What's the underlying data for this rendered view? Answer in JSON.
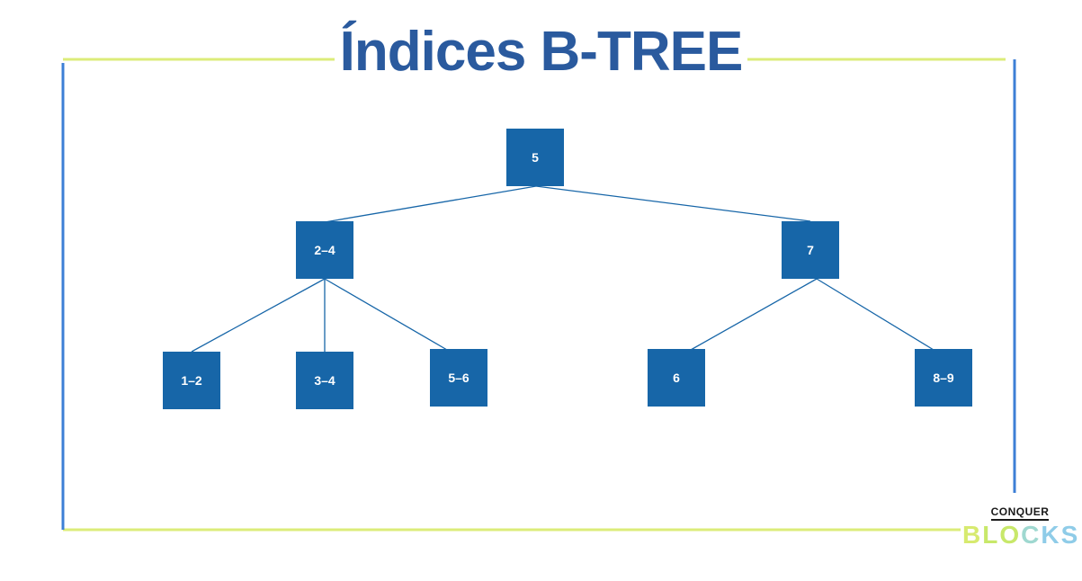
{
  "title": "Índices B-TREE",
  "tree": {
    "root": "5",
    "level1": [
      "2–4",
      "7"
    ],
    "level2": [
      "1–2",
      "3–4",
      "5–6",
      "6",
      "8–9"
    ]
  },
  "logo": {
    "top": "CONQUER",
    "main": "BLOCKS"
  },
  "colors": {
    "node_fill": "#1766a8",
    "title": "#2a5a9e",
    "frame_blue": "#3d7fd6",
    "frame_yellow": "#dcec7a"
  }
}
